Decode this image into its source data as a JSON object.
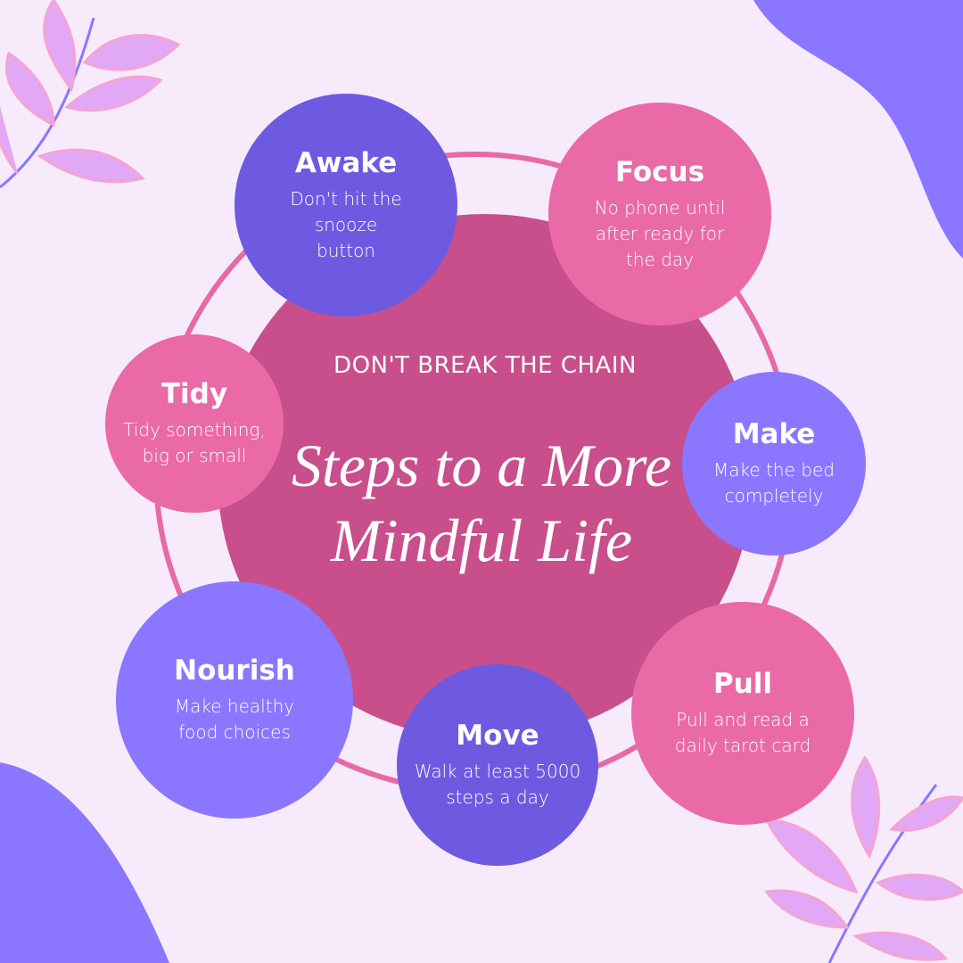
{
  "colors": {
    "background": "#f7eafb",
    "center": "#c84f8b",
    "ring": "#e56aa5",
    "dark_purple": "#6e5ae0",
    "light_purple": "#8b76ff",
    "pink": "#e96aa6"
  },
  "center": {
    "subtitle": "DON'T BREAK THE CHAIN",
    "title": "Steps to a More Mindful Life"
  },
  "steps": [
    {
      "title": "Awake",
      "text": "Don't hit the snooze button"
    },
    {
      "title": "Focus",
      "text": "No phone until after ready for the day"
    },
    {
      "title": "Make",
      "text": "Make the bed completely"
    },
    {
      "title": "Pull",
      "text": "Pull and read a daily tarot card"
    },
    {
      "title": "Move",
      "text": "Walk at least 5000 steps a day"
    },
    {
      "title": "Nourish",
      "text": "Make healthy food choices"
    },
    {
      "title": "Tidy",
      "text": "Tidy something, big or small"
    }
  ]
}
